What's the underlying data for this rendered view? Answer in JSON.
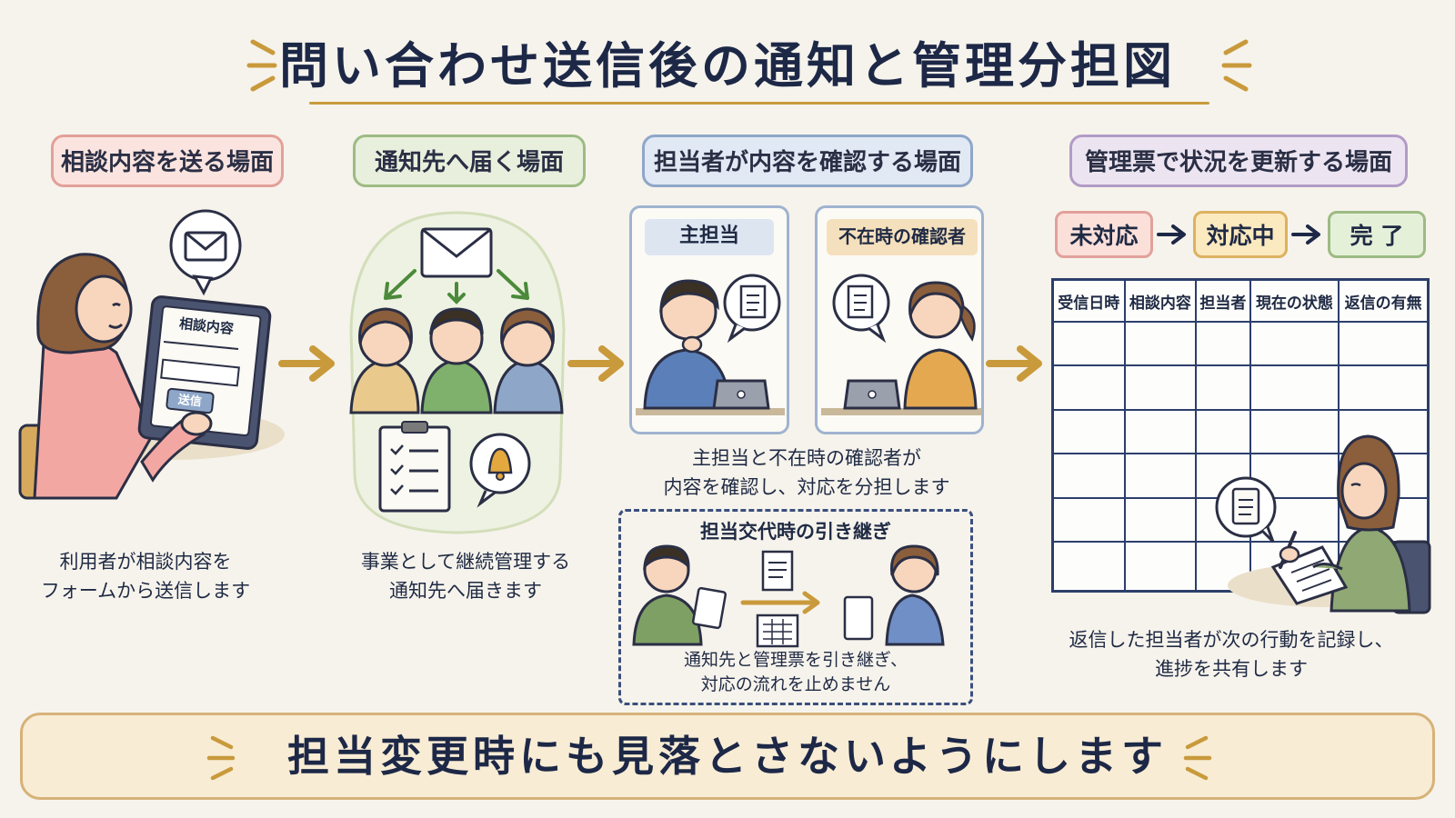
{
  "header": {
    "title": "問い合わせ送信後の通知と管理分担図"
  },
  "scenes": [
    {
      "label": "相談内容を送る場面",
      "caption_lines": [
        "利用者が相談内容を",
        "フォームから送信します"
      ]
    },
    {
      "label": "通知先へ届く場面",
      "caption_lines": [
        "事業として継続管理する",
        "通知先へ届きます"
      ]
    },
    {
      "label": "担当者が内容を確認する場面",
      "caption_lines": [
        "主担当と不在時の確認者が",
        "内容を確認し、対応を分担します"
      ]
    },
    {
      "label": "管理票で状況を更新する場面",
      "caption_lines": [
        "返信した担当者が次の行動を記録し、",
        "進捗を共有します"
      ]
    }
  ],
  "form": {
    "heading": "相談内容",
    "send_button": "送信"
  },
  "roles": {
    "primary": "主担当",
    "backup": "不在時の確認者"
  },
  "handover": {
    "title": "担当交代時の引き継ぎ",
    "caption_lines": [
      "通知先と管理票を引き継ぎ、",
      "対応の流れを止めません"
    ]
  },
  "status_flow": [
    "未対応",
    "対応中",
    "完 了"
  ],
  "ledger": {
    "columns": [
      "受信日時",
      "相談内容",
      "担当者",
      "現在の状態",
      "返信の有無"
    ],
    "empty_rows": 6
  },
  "footer": {
    "message": "担当変更時にも見落とさないようにします"
  },
  "colors": {
    "arrow": "#c99a3c",
    "navy": "#1d2847",
    "scene1": "#e2a09a",
    "scene2": "#9dbb83",
    "scene3": "#8ea7c9",
    "scene4": "#b29bc7"
  }
}
